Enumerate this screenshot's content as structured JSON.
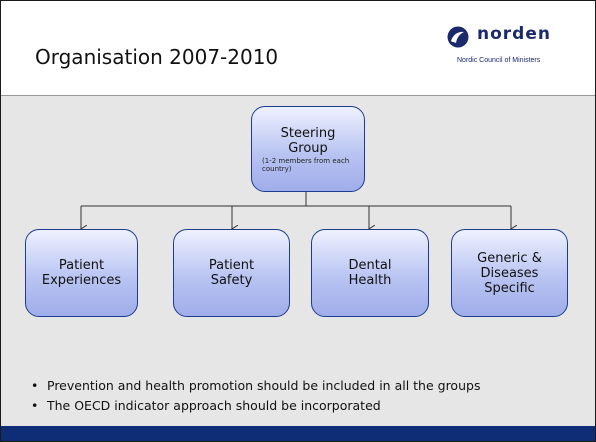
{
  "header": {
    "title": "Organisation 2007-2010"
  },
  "logo": {
    "word": "norden",
    "subtitle": "Nordic Council of Ministers",
    "icon": "norden-swan-icon"
  },
  "diagram": {
    "root": {
      "label": "Steering Group",
      "note": "(1-2 members from each country)"
    },
    "children": [
      {
        "label": "Patient Experiences"
      },
      {
        "label": "Patient Safety"
      },
      {
        "label": "Dental Health"
      },
      {
        "label": "Generic & Diseases Specific"
      }
    ]
  },
  "bullets": [
    "Prevention and health promotion should be included in all the groups",
    "The OECD indicator approach should be incorporated"
  ],
  "colors": {
    "footer_bar": "#0f2d77",
    "box_border": "#1d3c8f",
    "brand": "#1b2a6b"
  }
}
